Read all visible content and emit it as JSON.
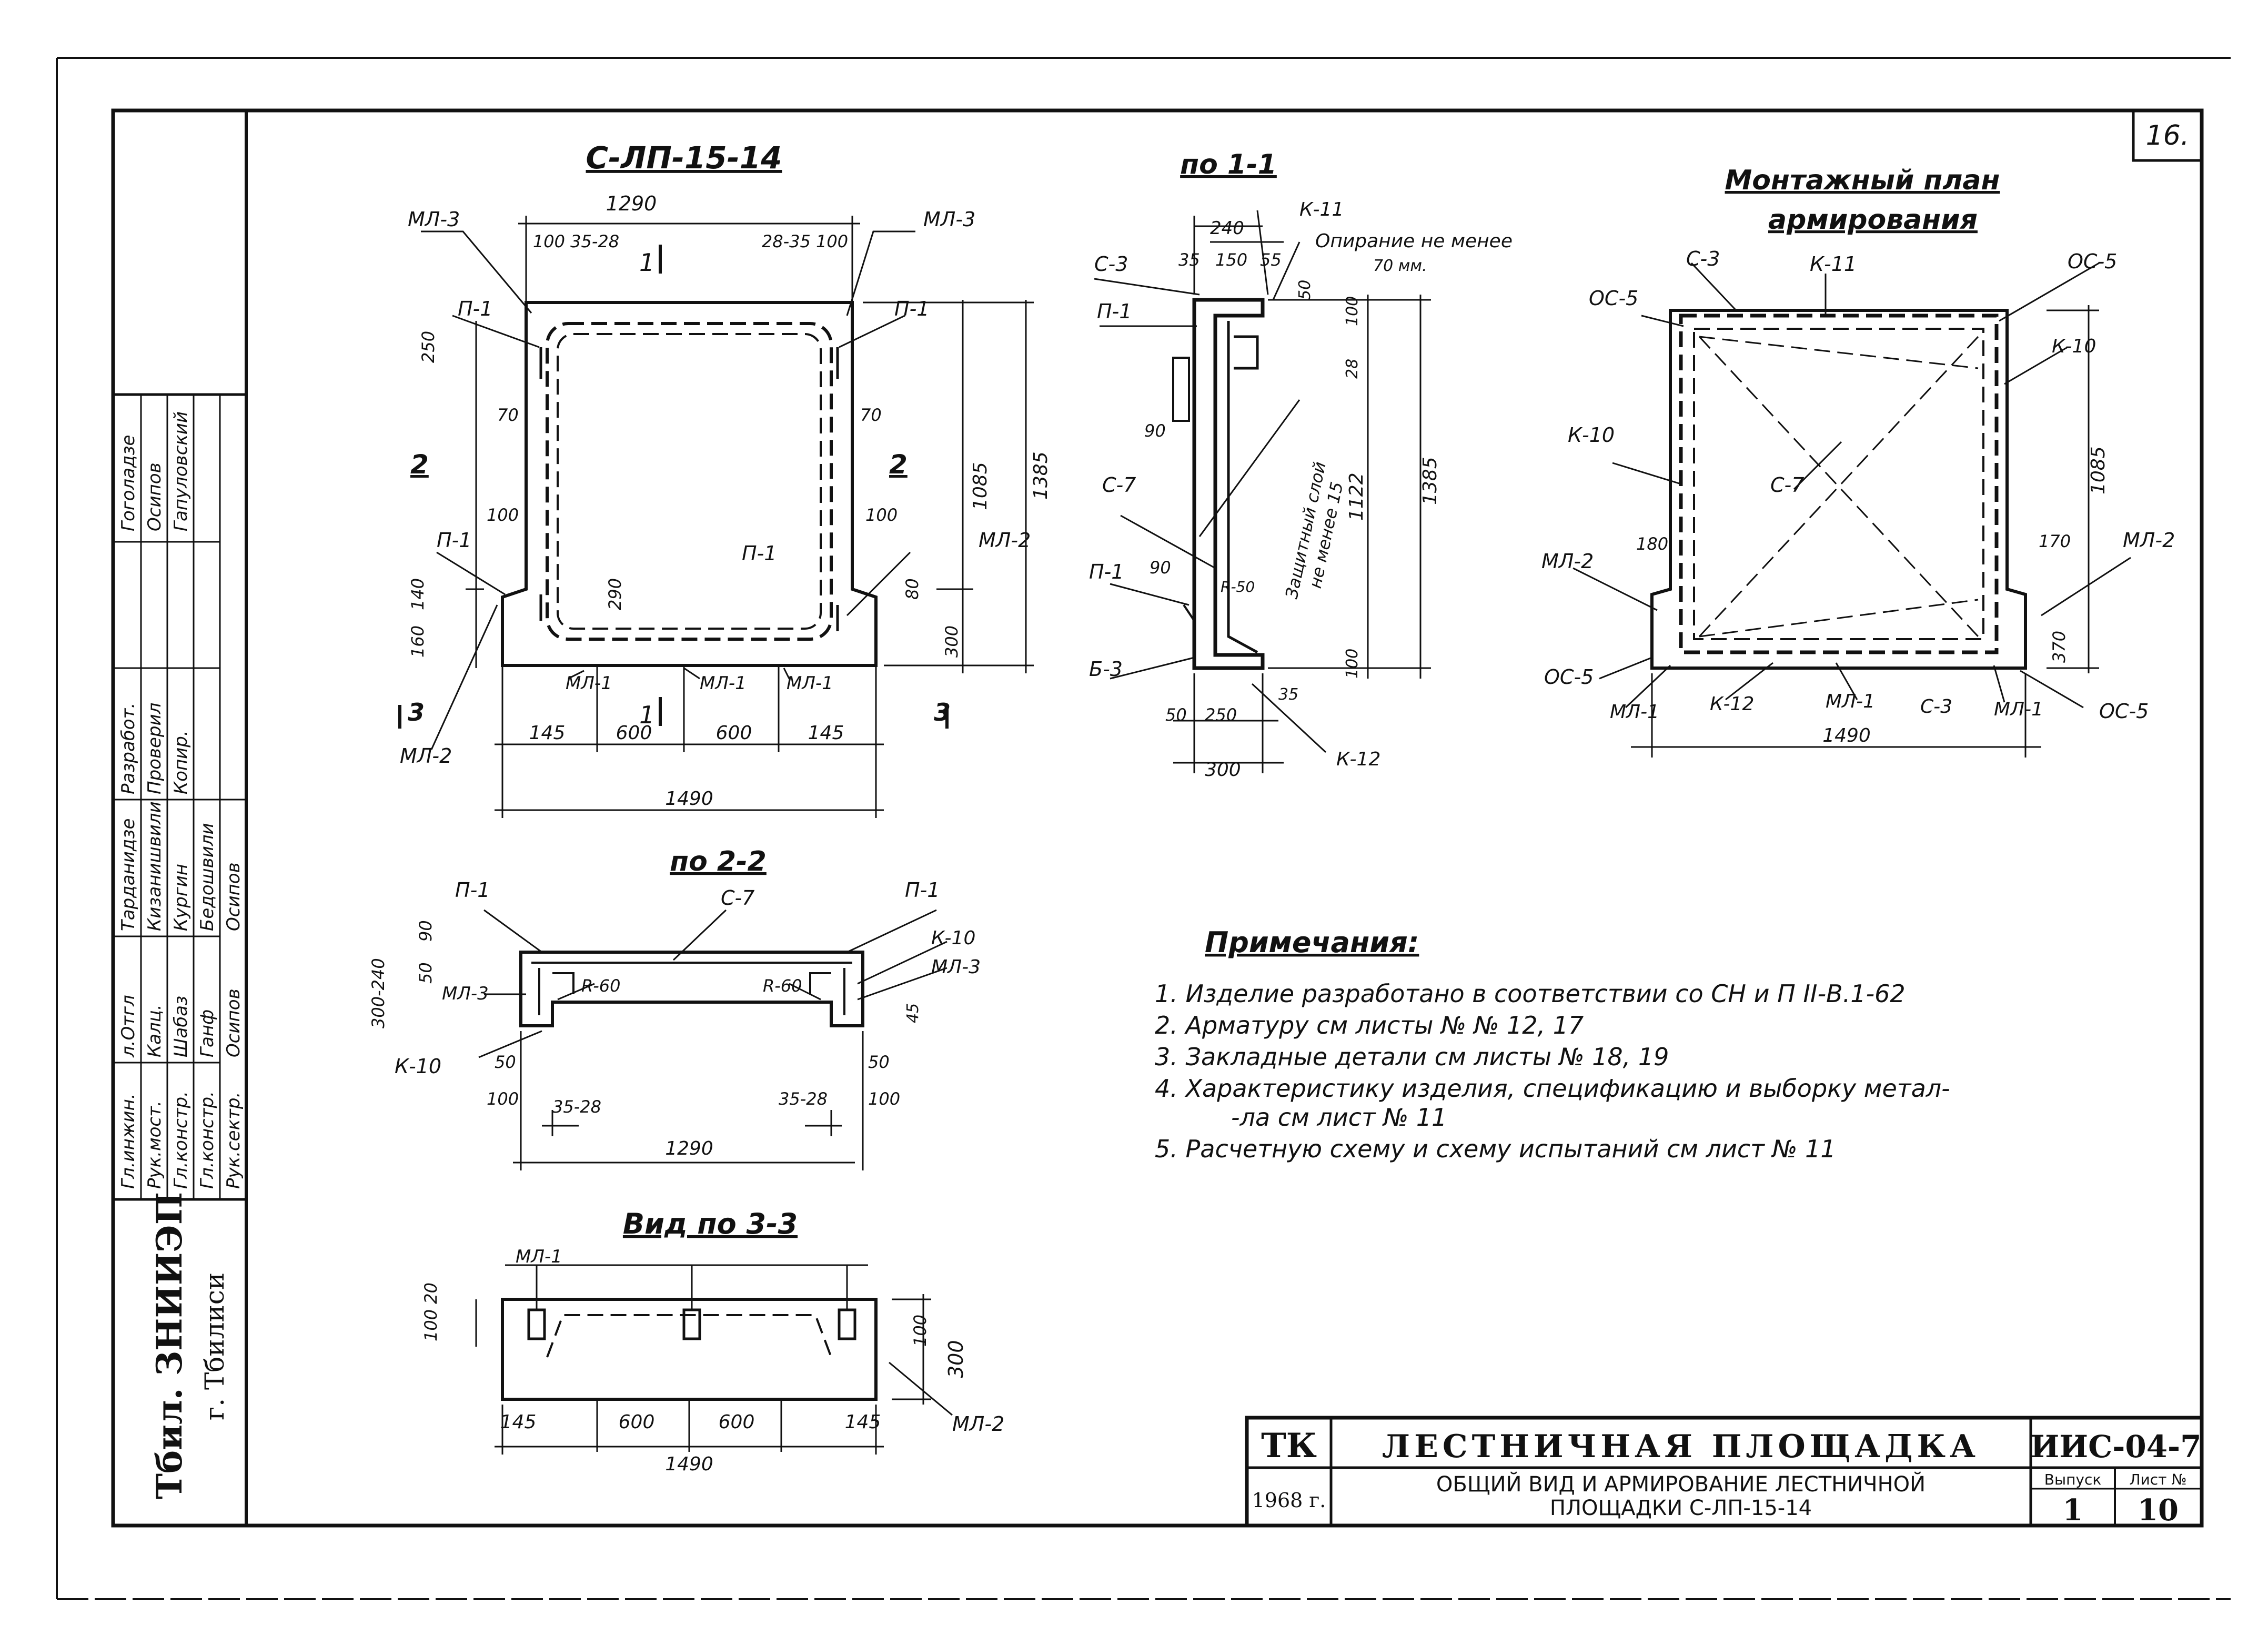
{
  "sheet": {
    "page_number": "16.",
    "stamp_org_main": "Тбил. ЗНИИЭП",
    "stamp_org_city": "г. Тбилиси",
    "title_block": {
      "code_left": "ТК",
      "year": "1968 г.",
      "title": "ЛЕСТНИЧНАЯ ПЛОЩАДКА",
      "subtitle_line1": "ОБЩИЙ ВИД И АРМИРОВАНИЕ ЛЕСТНИЧНОЙ",
      "subtitle_line2": "ПЛОЩАДКИ С-ЛП-15-14",
      "series": "ИИС-04-7",
      "issue_label": "Выпуск",
      "issue_value": "1",
      "sheet_label": "Лист №",
      "sheet_value": "10"
    },
    "signatures": [
      {
        "role": "Гл.инжин.",
        "sign": "л.Отгл",
        "name": "Тарданидзе"
      },
      {
        "role": "Рук.мост.",
        "sign": "Калц.",
        "name": "Кизанишвили"
      },
      {
        "role": "Гл.констр.",
        "sign": "Шабаз",
        "name": "Кургин"
      },
      {
        "role": "Гл.констр.",
        "sign": "Ганф",
        "name": "Бедошвили"
      },
      {
        "role": "Рук.сектр.",
        "sign": "Осипов",
        "name": "Осипов"
      }
    ],
    "staff": [
      {
        "role": "Разработ.",
        "name": "Гоголадзе"
      },
      {
        "role": "Проверил",
        "name": "Осипов"
      },
      {
        "role": "Копир.",
        "name": "Гапуловский"
      }
    ]
  },
  "views": {
    "main": {
      "title": "С-ЛП-15-14",
      "dims": {
        "top": "1290",
        "left_part": "100 35-28",
        "right_part": "28-35 100",
        "bottom_total": "1490",
        "bottom_parts": [
          "145",
          "600",
          "600",
          "145"
        ],
        "height_inner": "1085",
        "height_total": "1385",
        "d250": "250",
        "d70a": "70",
        "d70b": "70",
        "d100a": "100",
        "d100b": "100",
        "d140": "140",
        "d160": "160",
        "d290": "290",
        "d300": "300",
        "d80": "80"
      },
      "labels": {
        "ml3a": "МЛ-3",
        "ml3b": "МЛ-3",
        "p1a": "П-1",
        "p1b": "П-1",
        "p1c": "П-1",
        "p1d": "П-1",
        "ml1a": "МЛ-1",
        "ml1b": "МЛ-1",
        "ml1c": "МЛ-1",
        "ml2a": "МЛ-2",
        "ml2b": "МЛ-2",
        "sec1": "1",
        "sec2": "2",
        "sec3": "3"
      }
    },
    "section_1_1": {
      "title": "по 1-1",
      "note_support": "Опирание не менее",
      "note_support2": "70 мм.",
      "protective_layer": "Защитный слой",
      "protective_layer2": "не менее 15",
      "dims": {
        "d240": "240",
        "d35": "35",
        "d150": "150",
        "d55": "55",
        "d50": "50",
        "d100": "100",
        "d28": "28",
        "d1122": "1122",
        "d1385": "1385",
        "d90a": "90",
        "d90b": "90",
        "d250": "250",
        "d300": "300",
        "d50b": "50",
        "d35b": "35",
        "d100b": "100",
        "r50": "R-50"
      },
      "labels": {
        "k11": "К-11",
        "s3": "С-3",
        "p1a": "П-1",
        "s7": "С-7",
        "p1b": "П-1",
        "b3": "Б-3",
        "k12": "К-12"
      }
    },
    "mount_plan": {
      "title_line1": "Монтажный план",
      "title_line2": "армирования",
      "labels": {
        "s3a": "С-3",
        "k11": "К-11",
        "os5a": "ОС-5",
        "os5b": "ОС-5",
        "k10a": "К-10",
        "k10b": "К-10",
        "s7": "С-7",
        "ml2a": "МЛ-2",
        "ml2b": "МЛ-2",
        "os5c": "ОС-5",
        "os5d": "ОС-5",
        "ml1a": "МЛ-1",
        "k12": "К-12",
        "ml1b": "МЛ-1",
        "s3b": "С-3",
        "ml1c": "МЛ-1"
      },
      "dims": {
        "d1085": "1085",
        "d180": "180",
        "d170": "170",
        "d370": "370",
        "d1490": "1490"
      }
    },
    "section_2_2": {
      "title": "по 2-2",
      "labels": {
        "p1a": "П-1",
        "p1b": "П-1",
        "s7": "С-7",
        "k10a": "К-10",
        "k10b": "К-10",
        "ml3a": "МЛ-3",
        "ml3b": "МЛ-3",
        "r60a": "R-60",
        "r60b": "R-60"
      },
      "dims": {
        "d300240": "300-240",
        "d90": "90",
        "d50a": "50",
        "d50b": "50",
        "d50c": "50",
        "d45": "45",
        "d100a": "100",
        "d100b": "100",
        "d3528a": "35-28",
        "d3528b": "35-28",
        "d1290": "1290"
      }
    },
    "view_3_3": {
      "title": "Вид по 3-3",
      "labels": {
        "ml1": "МЛ-1",
        "ml2": "МЛ-2"
      },
      "dims": {
        "d10020": "100 20",
        "d100": "100",
        "d300": "300",
        "parts": [
          "145",
          "600",
          "600",
          "145"
        ],
        "total": "1490"
      }
    }
  },
  "notes": {
    "heading": "Примечания:",
    "items": [
      "1. Изделие разработано в соответствии со СН и П II-В.1-62",
      "2. Арматуру см листы № № 12, 17",
      "3. Закладные детали см листы № 18, 19",
      "4. Характеристику изделия, спецификацию и выборку метал-",
      "-ла см лист № 11",
      "5. Расчетную схему и схему испытаний см лист № 11"
    ]
  }
}
